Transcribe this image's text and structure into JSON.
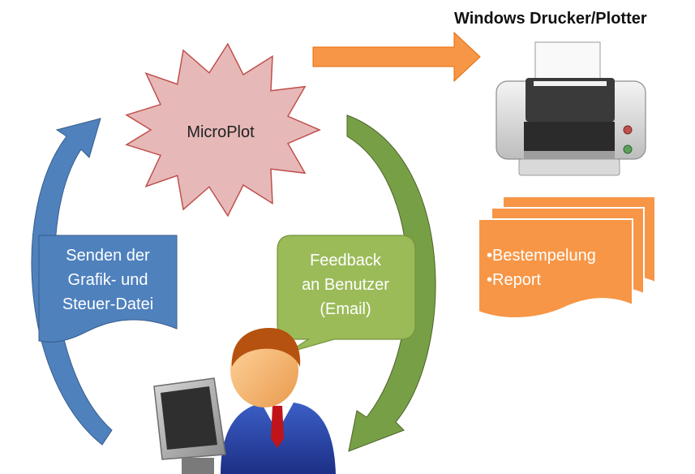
{
  "printer_title": "Windows Drucker/Plotter",
  "microplot_label": "MicroPlot",
  "send_box": {
    "lines": [
      "Senden der",
      "Grafik- und",
      "Steuer-Datei"
    ]
  },
  "feedback_bubble": {
    "lines": [
      "Feedback",
      "an Benutzer",
      "(Email)"
    ]
  },
  "printout": {
    "bullets": [
      "•Bestempelung",
      "•Report"
    ]
  },
  "colors": {
    "orange": "#f79646",
    "blue": "#4f81bd",
    "green": "#77a046",
    "star_fill": "#e6b9b8",
    "star_stroke": "#c0504d"
  },
  "icons": [
    "printer-icon",
    "user-at-computer-icon"
  ]
}
